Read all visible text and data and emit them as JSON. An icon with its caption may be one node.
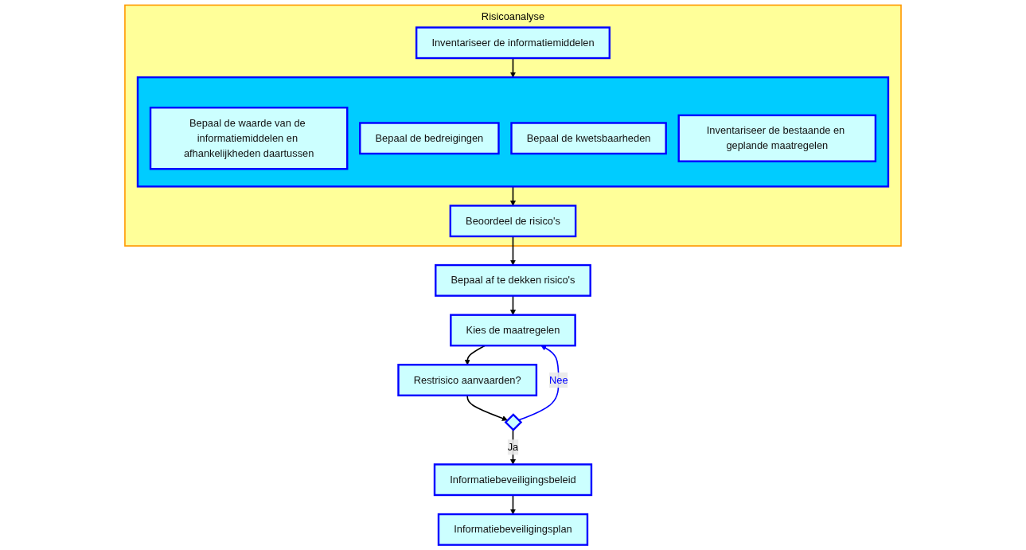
{
  "diagram": {
    "nodes": [
      {
        "text": [
          "Risicoanalyse"
        ]
      },
      {
        "text": [
          "Inventariseer de informatiemiddelen"
        ],
        "in": 0
      },
      {
        "text": [],
        "shape": "box",
        "in": 0
      },
      {
        "text": [
          "Bepaal de waarde van de informatiemiddelen en afhankelijkheden daartussen"
        ],
        "in": 2
      },
      {
        "text": [
          "Bepaal de bedreigingen"
        ],
        "in": 2
      },
      {
        "text": [
          "Bepaal de kwetsbaarheden"
        ],
        "in": 2
      },
      {
        "text": [
          "Inventariseer de bestaande en geplande maatregelen"
        ],
        "in": 2
      },
      {
        "text": [
          "Beoordeel de risico's"
        ],
        "in": 0
      },
      {
        "text": [
          "Bepaal af te dekken risico's"
        ]
      },
      {
        "text": [
          "Kies de maatregelen"
        ]
      },
      {
        "text": [
          "Restrisico aanvaarden?"
        ]
      },
      {
        "text": [],
        "shape": "diamond"
      },
      {
        "text": [
          "Informatiebeveiligingsbeleid"
        ]
      },
      {
        "text": [
          "Informatiebeveiligingsplan"
        ]
      }
    ],
    "edges": [
      {
        "from": 1,
        "to": 2,
        "arrow": "to"
      },
      {
        "from": 2,
        "to": 7,
        "arrow": "to"
      },
      {
        "from": 7,
        "to": 8,
        "arrow": "to"
      },
      {
        "from": 8,
        "to": 9,
        "arrow": "to"
      },
      {
        "from": 9,
        "to": 10,
        "arrow": "to"
      },
      {
        "from": 10,
        "to": 11,
        "arrow": "to"
      },
      {
        "from": 11,
        "to": 12,
        "label": "Ja",
        "arrow": "to"
      },
      {
        "from": 11,
        "to": 9,
        "label": "Nee",
        "arrow": "to",
        "color": "#0000ff"
      },
      {
        "from": 12,
        "to": 13,
        "arrow": "to"
      }
    ]
  }
}
